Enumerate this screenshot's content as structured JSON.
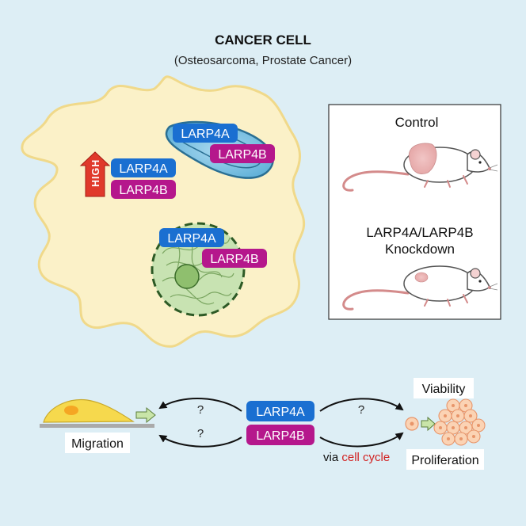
{
  "header": {
    "title": "CANCER CELL",
    "subtitle": "(Osteosarcoma, Prostate Cancer)"
  },
  "cell": {
    "high_label": "HIGH",
    "mito_labels": [
      "LARP4A",
      "LARP4B"
    ],
    "cytoplasm_labels": [
      "LARP4A",
      "LARP4B"
    ],
    "nucleus_labels": [
      "LARP4A",
      "LARP4B"
    ]
  },
  "mouse_panel": {
    "control_label": "Control",
    "knockdown_label_line1": "LARP4A/LARP4B",
    "knockdown_label_line2": "Knockdown"
  },
  "bottom": {
    "protein_labels": [
      "LARP4A",
      "LARP4B"
    ],
    "question_marks": [
      "?",
      "?",
      "?"
    ],
    "migration_label": "Migration",
    "viability_label": "Viability",
    "proliferation_label": "Proliferation",
    "via_prefix": "via",
    "via_highlight": "cell cycle"
  },
  "colors": {
    "background": "#ddeef5",
    "larp4a_blue": "#1a6fd1",
    "larp4b_magenta": "#b5178c",
    "high_arrow_red": "#e0392b",
    "cell_fill": "#fbf1c8",
    "cell_outline": "#f0d98a",
    "cell_cycle_red": "#d22323"
  }
}
